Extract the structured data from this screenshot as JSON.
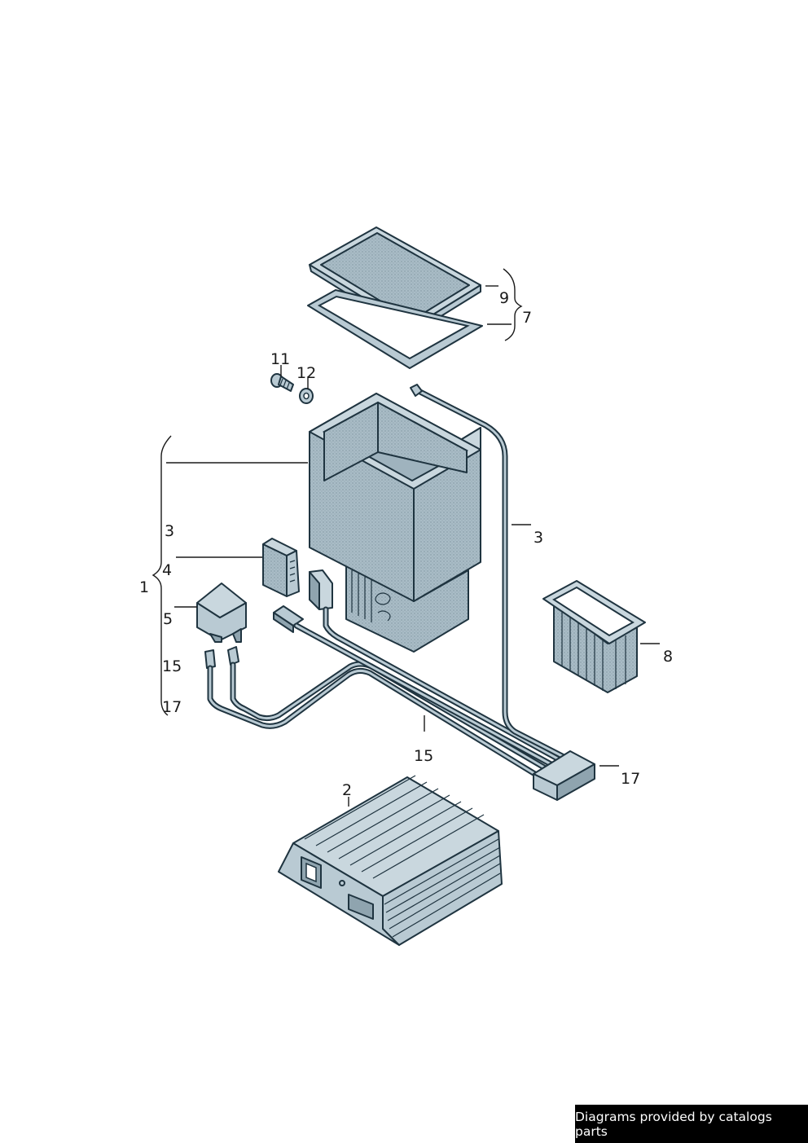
{
  "callouts": {
    "c1": "1",
    "c2": "2",
    "c3_left": "3",
    "c3_right": "3",
    "c4": "4",
    "c5": "5",
    "c7": "7",
    "c8": "8",
    "c9": "9",
    "c11": "11",
    "c12": "12",
    "c15_left": "15",
    "c15_mid": "15",
    "c17_left": "17",
    "c17_right": "17"
  },
  "footer": {
    "text": "Diagrams provided by catalogs parts"
  }
}
